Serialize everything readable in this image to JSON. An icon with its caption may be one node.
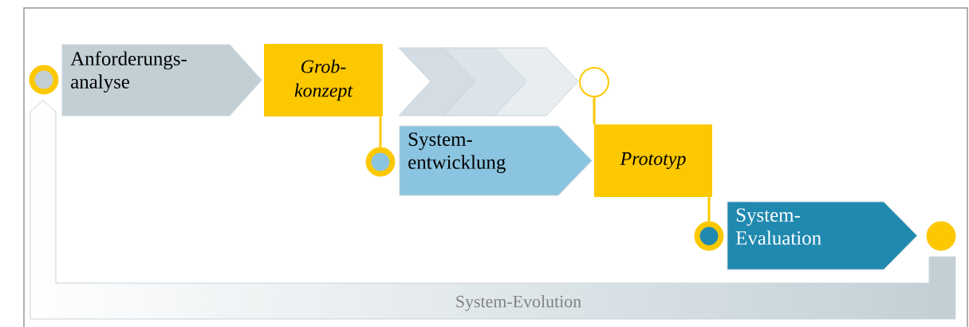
{
  "diagram": {
    "nodes": [
      {
        "text": [
          "Anforderungs- analyse"
        ]
      },
      {
        "text": [
          "Grob- konzept"
        ]
      },
      {
        "text": [
          "System- entwicklung"
        ]
      },
      {
        "text": [
          "Prototyp"
        ]
      },
      {
        "text": [
          "System- Evaluation"
        ]
      },
      {
        "text": [],
        "shape": "circle"
      },
      {
        "text": [],
        "shape": "circle"
      },
      {
        "text": [],
        "shape": "circle"
      },
      {
        "text": [],
        "shape": "circle"
      },
      {
        "text": [],
        "shape": "circle"
      }
    ],
    "edges": [
      {
        "from": 1,
        "to": 6,
        "arrow": "none"
      },
      {
        "from": 7,
        "to": 3,
        "arrow": "none"
      },
      {
        "from": 3,
        "to": 8,
        "arrow": "none"
      }
    ],
    "labels": [
      "System-Evolution"
    ]
  }
}
